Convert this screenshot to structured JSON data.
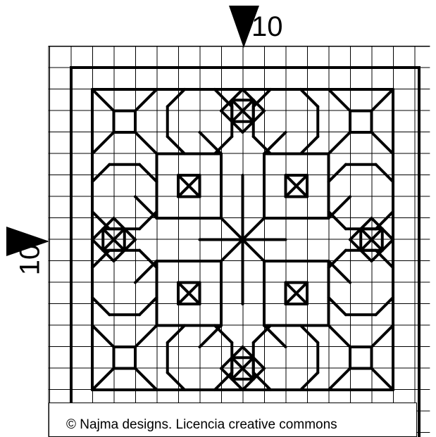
{
  "pattern": {
    "top_count_label": "10",
    "left_count_label": "10",
    "line_color": "#000000",
    "grid_color": "#000000",
    "background_color": "#ffffff"
  },
  "footer": {
    "copyright": "© Najma designs. Licencia creative commons"
  }
}
